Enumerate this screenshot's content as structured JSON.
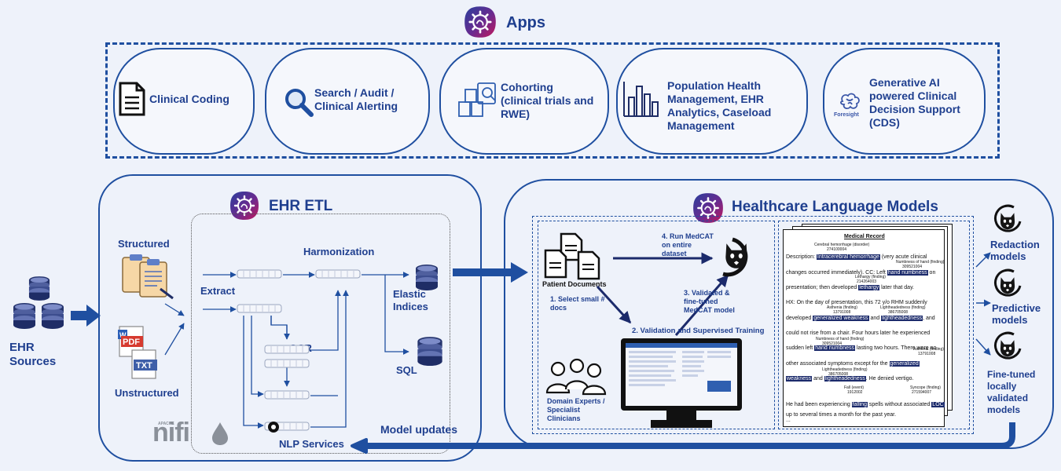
{
  "apps": {
    "title": "Apps",
    "cards": [
      {
        "label": "Clinical Coding",
        "icon": "document-icon"
      },
      {
        "label": "Search / Audit / Clinical Alerting",
        "icon": "magnifier-icon"
      },
      {
        "label": "Cohorting (clinical trials and RWE)",
        "icon": "cohort-icon"
      },
      {
        "label": "Population Health Management, EHR Analytics, Caseload Management",
        "icon": "bar-chart-icon"
      },
      {
        "label": "Generative AI powered Clinical Decision Support (CDS)",
        "icon": "foresight-logo",
        "logo_text": "Foresight"
      }
    ]
  },
  "ehr_sources": {
    "label": "EHR Sources"
  },
  "etl": {
    "title": "EHR ETL",
    "structured": "Structured",
    "unstructured": "Unstructured",
    "extract": "Extract",
    "harmonization": "Harmonization",
    "ocr": "OCR",
    "nlp_services": "NLP Services",
    "elastic": "Elastic Indices",
    "sql": "SQL",
    "nifi_text": "nifi",
    "nifi_small": "APACHE"
  },
  "model_updates": "Model updates",
  "hlm": {
    "title": "Healthcare Language Models",
    "patient_docs": "Patient Documents",
    "step1": "1. Select small # docs",
    "step2": "2. Validation and Supervised Training",
    "step3": "3. Validated & fine-tuned MedCAT model",
    "step4": "4. Run MedCAT on entire dataset",
    "experts": "Domain Experts / Specialist Clinicians",
    "record": {
      "title": "Medical Record",
      "a1": "Cerebral hemorrhage (disorder)",
      "a1c": "274100004",
      "a2": "Numbness of hand (finding)",
      "a2c": "309521004",
      "a3": "Lethargy (finding)",
      "a3c": "214264003",
      "a4": "Asthenia (finding)",
      "a4c": "13791008",
      "a5": "Lightheadedness (finding)",
      "a5c": "386705008",
      "a6": "Numbness of hand (finding)",
      "a6c": "309521004",
      "a7": "Asthenia (finding)",
      "a7c": "13791008",
      "a8": "Lightheadedness (finding)",
      "a8c": "386705008",
      "a9": "Fall (event)",
      "a9c": "1912002",
      "a10": "Syncope (finding)",
      "a10c": "271594007",
      "l1a": "Description: ",
      "l1h": "Intracerebral hemorrhage",
      "l1b": " (very acute clinical",
      "l2a": "changes occurred immediately). CC: Left ",
      "l2h": "hand numbness",
      "l2b": " on",
      "l3a": "presentation; then developed ",
      "l3h": "lethargy",
      "l3b": " later that day.",
      "l4": "HX: On the day of presentation, this 72 y/o RHM suddenly",
      "l5a": "developed ",
      "l5h": "generalized weakness",
      "l5m": " and ",
      "l5h2": "lightheadedness",
      "l5b": ", and",
      "l6": "could not rise from a chair. Four hours later he experienced",
      "l7a": "sudden left ",
      "l7h": "hand numbness",
      "l7b": " lasting two hours. There were no",
      "l8a": "other associated symptoms except for the ",
      "l8h": "generalized",
      "l9h": "weakness",
      "l9m": " and ",
      "l9h2": "lightheadedness",
      "l9b": ". He denied vertigo.",
      "l10a": "He had been experiencing ",
      "l10h": "falling",
      "l10m": " spells without associated ",
      "l10h2": "LOC",
      "l11": "up to several times a month for the past year.",
      "l12": "..."
    }
  },
  "outputs": {
    "redaction": "Redaction models",
    "predictive": "Predictive models",
    "finetuned": "Fine-tuned locally validated models"
  },
  "colors": {
    "primary": "#1f4fa0",
    "text": "#1f3f8f",
    "navy": "#1b2a6b",
    "background": "#eef2fa",
    "logo_purple": "#5b2a86",
    "logo_magenta": "#c2185b"
  }
}
